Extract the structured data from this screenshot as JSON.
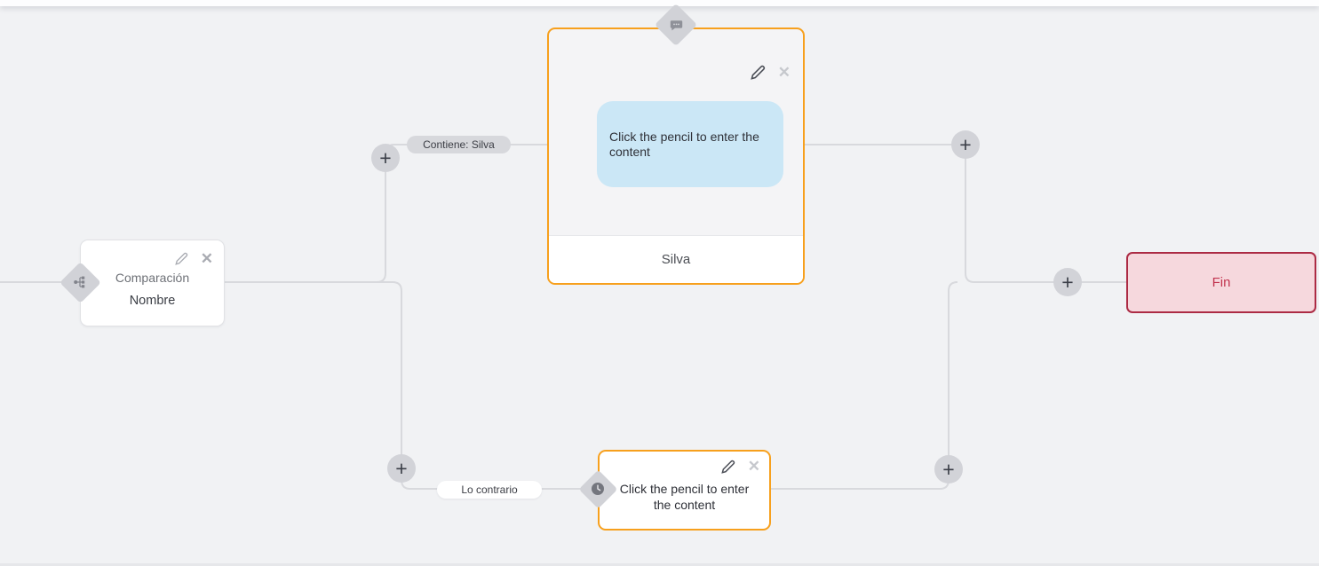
{
  "nodes": {
    "comparison": {
      "title": "Comparación",
      "subtitle": "Nombre"
    },
    "message": {
      "placeholder": "Click the pencil to enter the content",
      "footer": "Silva"
    },
    "delay": {
      "placeholder": "Click the pencil to enter the content"
    },
    "end": {
      "label": "Fin"
    }
  },
  "edges": {
    "top_label": "Contiene: Silva",
    "bottom_label": "Lo contrario"
  },
  "glyphs": {
    "add": "+",
    "close": "✕"
  },
  "icons": {
    "comparison_handle": "sitemap-icon",
    "message_handle": "speech-bubble-icon",
    "delay_handle": "clock-icon",
    "edit": "pencil-icon",
    "remove": "close-icon"
  },
  "colors": {
    "canvas_bg": "#f1f2f4",
    "wire": "#d8d9dd",
    "accent_orange": "#f7a01d",
    "bubble_blue": "#cbe7f6",
    "end_bg": "#f6d8dd",
    "end_border": "#ac2b44",
    "end_text": "#c2344f",
    "handle_gray": "#d1d2d7"
  }
}
